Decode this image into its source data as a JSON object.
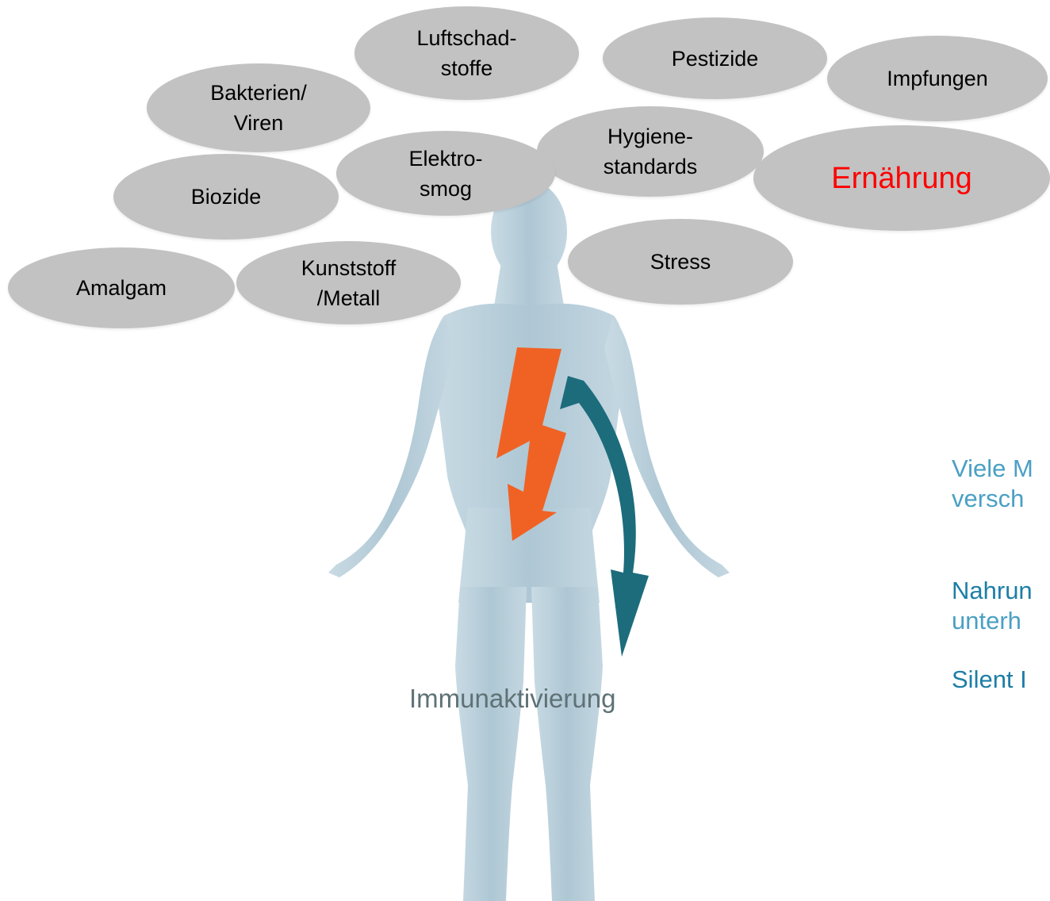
{
  "bubbles": [
    {
      "id": "luftschadstoffe",
      "label": "Luftschad-\nstoffe",
      "highlight": false
    },
    {
      "id": "pestizide",
      "label": "Pestizide",
      "highlight": false
    },
    {
      "id": "impfungen",
      "label": "Impfungen",
      "highlight": false
    },
    {
      "id": "bakterien",
      "label": "Bakterien/\nViren",
      "highlight": false
    },
    {
      "id": "hygiene",
      "label": "Hygiene-\nstandards",
      "highlight": false
    },
    {
      "id": "elektrosmog",
      "label": "Elektro-\nsmog",
      "highlight": false
    },
    {
      "id": "ernaehrung",
      "label": "Ernährung",
      "highlight": true
    },
    {
      "id": "biozide",
      "label": "Biozide",
      "highlight": false
    },
    {
      "id": "stress",
      "label": "Stress",
      "highlight": false
    },
    {
      "id": "kunststoff",
      "label": "Kunststoff\n/Metall",
      "highlight": false
    },
    {
      "id": "amalgam",
      "label": "Amalgam",
      "highlight": false
    }
  ],
  "immun_label": "Immunaktivierung",
  "side_text": {
    "line1": "Viele M",
    "line2": "versch",
    "line3": "Nahrun",
    "line4": "unterh",
    "line5": "Silent I"
  },
  "colors": {
    "bubble": "#c2c2c2",
    "highlight_text": "#ff0000",
    "lightning": "#f06224",
    "arrow": "#1c6c7c",
    "body": "#b5cdd9"
  },
  "icons": [
    "lightning-bolt-icon",
    "curved-arrow-icon"
  ]
}
